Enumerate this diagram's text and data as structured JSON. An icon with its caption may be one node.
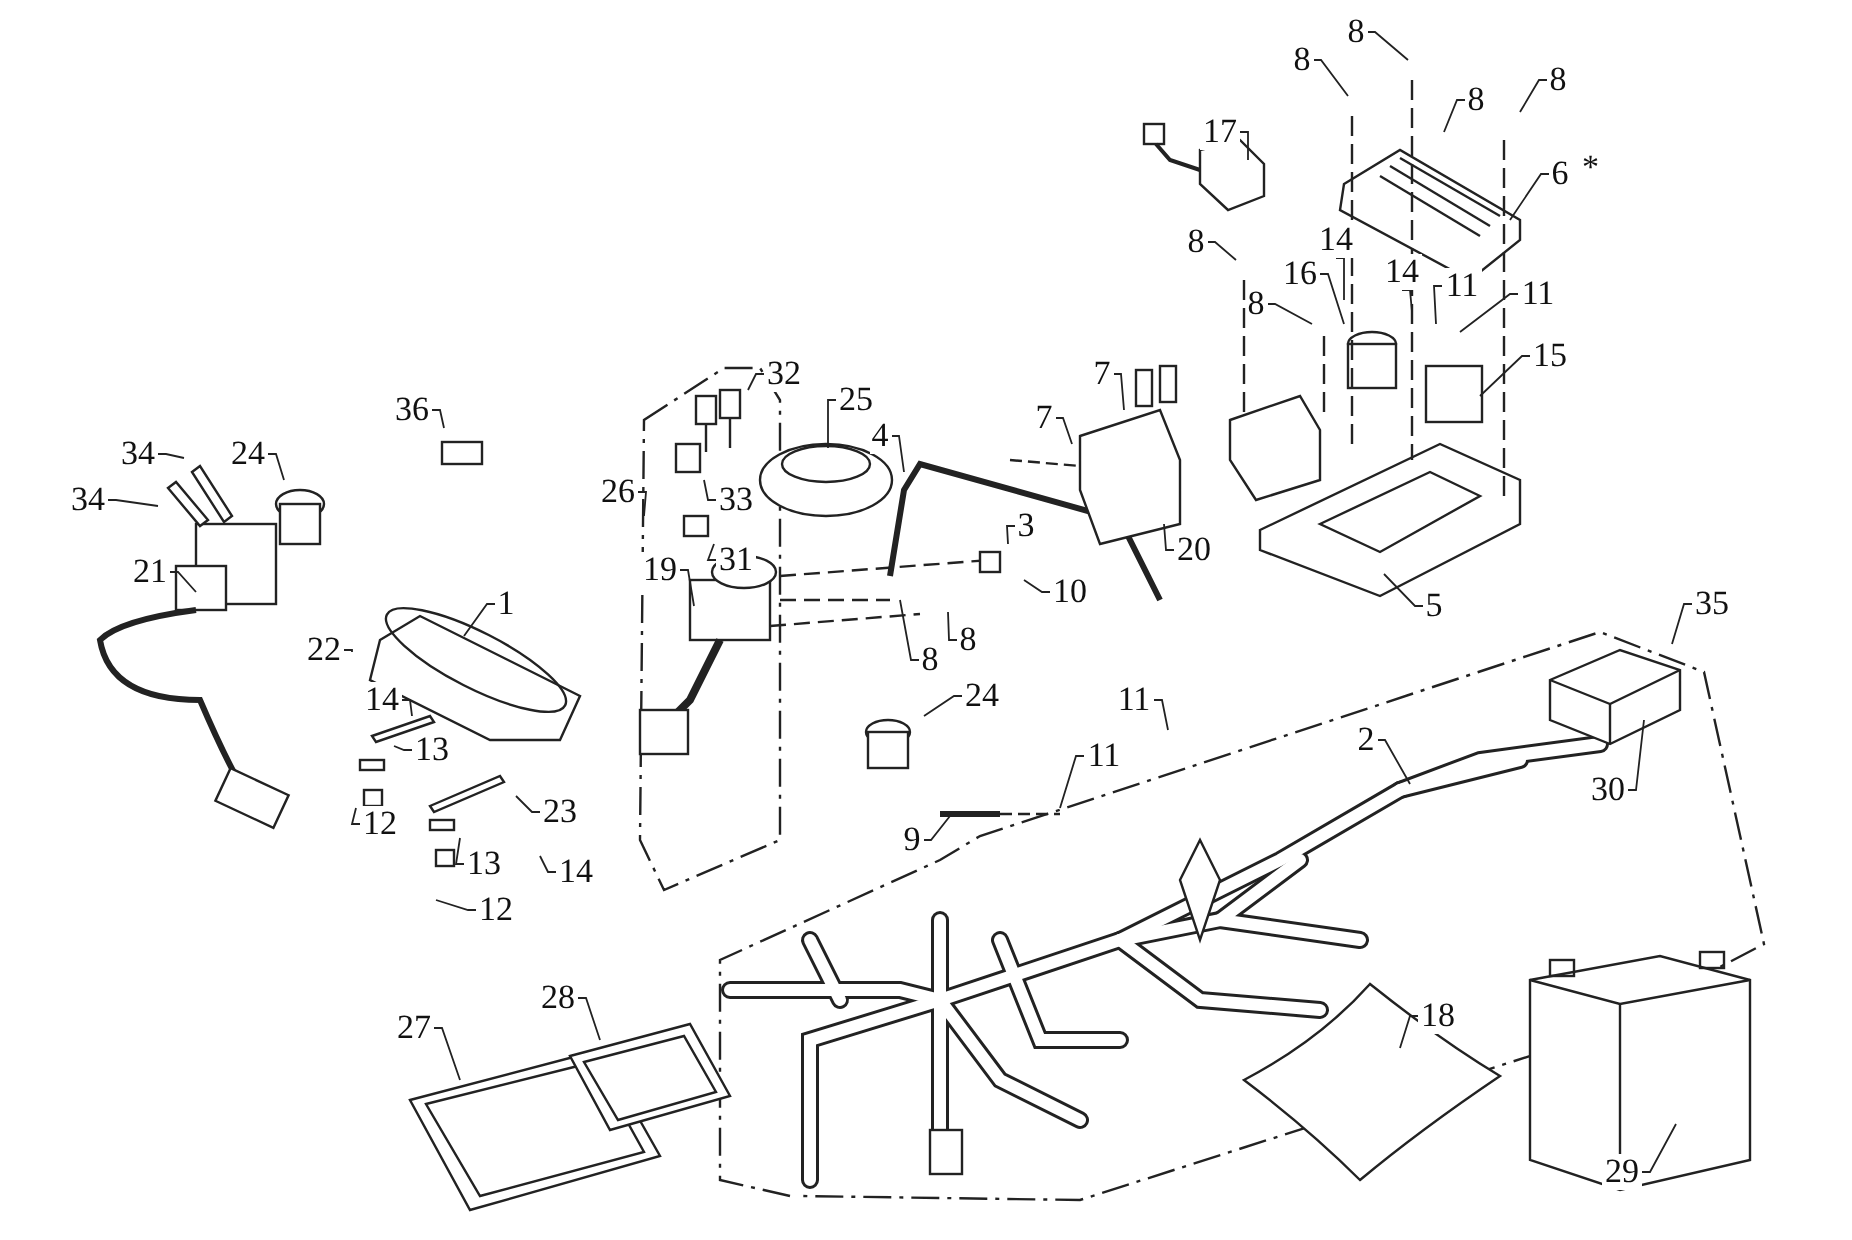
{
  "diagram": {
    "nodes": [
      {
        "text": [
          "1"
        ]
      },
      {
        "text": [
          "2"
        ]
      },
      {
        "text": [
          "3"
        ]
      },
      {
        "text": [
          "4"
        ]
      },
      {
        "text": [
          "5"
        ]
      },
      {
        "text": [
          "6"
        ]
      },
      {
        "text": [
          "7"
        ]
      },
      {
        "text": [
          "7"
        ]
      },
      {
        "text": [
          "8"
        ]
      },
      {
        "text": [
          "8"
        ]
      },
      {
        "text": [
          "8"
        ]
      },
      {
        "text": [
          "8"
        ]
      },
      {
        "text": [
          "8"
        ]
      },
      {
        "text": [
          "8"
        ]
      },
      {
        "text": [
          "8"
        ]
      },
      {
        "text": [
          "8"
        ]
      },
      {
        "text": [
          "9"
        ]
      },
      {
        "text": [
          "10"
        ]
      },
      {
        "text": [
          "11"
        ]
      },
      {
        "text": [
          "11"
        ]
      },
      {
        "text": [
          "11"
        ]
      },
      {
        "text": [
          "11"
        ]
      },
      {
        "text": [
          "12"
        ]
      },
      {
        "text": [
          "12"
        ]
      },
      {
        "text": [
          "13"
        ]
      },
      {
        "text": [
          "13"
        ]
      },
      {
        "text": [
          "14"
        ]
      },
      {
        "text": [
          "14"
        ]
      },
      {
        "text": [
          "14"
        ]
      },
      {
        "text": [
          "14"
        ]
      },
      {
        "text": [
          "15"
        ]
      },
      {
        "text": [
          "16"
        ]
      },
      {
        "text": [
          "17"
        ]
      },
      {
        "text": [
          "18"
        ]
      },
      {
        "text": [
          "19"
        ]
      },
      {
        "text": [
          "20"
        ]
      },
      {
        "text": [
          "21"
        ]
      },
      {
        "text": [
          "22"
        ]
      },
      {
        "text": [
          "23"
        ]
      },
      {
        "text": [
          "24"
        ]
      },
      {
        "text": [
          "24"
        ]
      },
      {
        "text": [
          "25"
        ]
      },
      {
        "text": [
          "26"
        ]
      },
      {
        "text": [
          "27"
        ]
      },
      {
        "text": [
          "28"
        ]
      },
      {
        "text": [
          "29"
        ]
      },
      {
        "text": [
          "30"
        ]
      },
      {
        "text": [
          "31"
        ]
      },
      {
        "text": [
          "32"
        ]
      },
      {
        "text": [
          "33"
        ]
      },
      {
        "text": [
          "34"
        ]
      },
      {
        "text": [
          "34"
        ]
      },
      {
        "text": [
          "35"
        ]
      },
      {
        "text": [
          "36"
        ]
      }
    ],
    "edges": [
      {
        "from": 0,
        "to": null,
        "arrow": "none"
      },
      {
        "from": 1,
        "to": null,
        "arrow": "none"
      },
      {
        "from": 2,
        "to": null,
        "arrow": "none"
      },
      {
        "from": 3,
        "to": null,
        "arrow": "none"
      },
      {
        "from": 4,
        "to": null,
        "arrow": "none"
      },
      {
        "from": 5,
        "to": null,
        "arrow": "none"
      },
      {
        "from": 6,
        "to": null,
        "arrow": "none"
      },
      {
        "from": 7,
        "to": null,
        "arrow": "none"
      },
      {
        "from": 8,
        "to": null,
        "arrow": "none"
      },
      {
        "from": 9,
        "to": null,
        "arrow": "none"
      },
      {
        "from": 10,
        "to": null,
        "arrow": "none"
      },
      {
        "from": 11,
        "to": null,
        "arrow": "none"
      },
      {
        "from": 12,
        "to": null,
        "arrow": "none"
      },
      {
        "from": 13,
        "to": null,
        "arrow": "none"
      },
      {
        "from": 14,
        "to": null,
        "arrow": "none"
      },
      {
        "from": 15,
        "to": null,
        "arrow": "none"
      },
      {
        "from": 16,
        "to": null,
        "arrow": "none"
      },
      {
        "from": 17,
        "to": null,
        "arrow": "none"
      },
      {
        "from": 18,
        "to": null,
        "arrow": "none"
      },
      {
        "from": 19,
        "to": null,
        "arrow": "none"
      },
      {
        "from": 20,
        "to": null,
        "arrow": "none"
      },
      {
        "from": 21,
        "to": null,
        "arrow": "none"
      },
      {
        "from": 22,
        "to": null,
        "arrow": "none"
      },
      {
        "from": 23,
        "to": null,
        "arrow": "none"
      },
      {
        "from": 24,
        "to": null,
        "arrow": "none"
      },
      {
        "from": 25,
        "to": null,
        "arrow": "none"
      },
      {
        "from": 26,
        "to": null,
        "arrow": "none"
      },
      {
        "from": 27,
        "to": null,
        "arrow": "none"
      },
      {
        "from": 28,
        "to": null,
        "arrow": "none"
      },
      {
        "from": 29,
        "to": null,
        "arrow": "none"
      },
      {
        "from": 30,
        "to": null,
        "arrow": "none"
      },
      {
        "from": 31,
        "to": null,
        "arrow": "none"
      },
      {
        "from": 32,
        "to": null,
        "arrow": "none"
      },
      {
        "from": 33,
        "to": null,
        "arrow": "none"
      },
      {
        "from": 34,
        "to": null,
        "arrow": "none"
      },
      {
        "from": 35,
        "to": null,
        "arrow": "none"
      },
      {
        "from": 36,
        "to": null,
        "arrow": "none"
      },
      {
        "from": 37,
        "to": null,
        "arrow": "none"
      },
      {
        "from": 38,
        "to": null,
        "arrow": "none"
      },
      {
        "from": 39,
        "to": null,
        "arrow": "none"
      },
      {
        "from": 40,
        "to": null,
        "arrow": "none"
      },
      {
        "from": 41,
        "to": null,
        "arrow": "none"
      },
      {
        "from": 42,
        "to": null,
        "arrow": "none"
      },
      {
        "from": 43,
        "to": null,
        "arrow": "none"
      },
      {
        "from": 44,
        "to": null,
        "arrow": "none"
      },
      {
        "from": 45,
        "to": null,
        "arrow": "none"
      },
      {
        "from": 46,
        "to": null,
        "arrow": "none"
      },
      {
        "from": 47,
        "to": null,
        "arrow": "none"
      },
      {
        "from": 48,
        "to": null,
        "arrow": "none"
      },
      {
        "from": 49,
        "to": null,
        "arrow": "none"
      },
      {
        "from": 50,
        "to": null,
        "arrow": "none"
      },
      {
        "from": 51,
        "to": null,
        "arrow": "none"
      },
      {
        "from": 52,
        "to": null,
        "arrow": "none"
      },
      {
        "from": 53,
        "to": null,
        "arrow": "none"
      }
    ],
    "labels": [
      "*"
    ]
  }
}
